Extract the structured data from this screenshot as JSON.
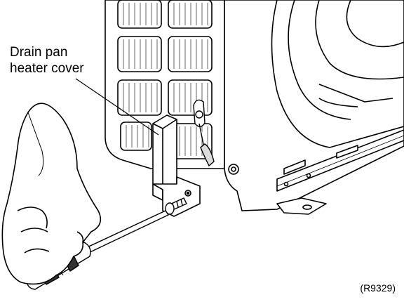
{
  "callout": {
    "line1": "Drain pan",
    "line2": "heater cover"
  },
  "figure_ref": "(R9329)",
  "colors": {
    "stroke": "#000000",
    "fill": "#ffffff",
    "shade": "#dcdcdc",
    "dark": "#333333"
  },
  "icons": [
    "screwdriver-icon",
    "screw-icon",
    "hand-icon"
  ]
}
